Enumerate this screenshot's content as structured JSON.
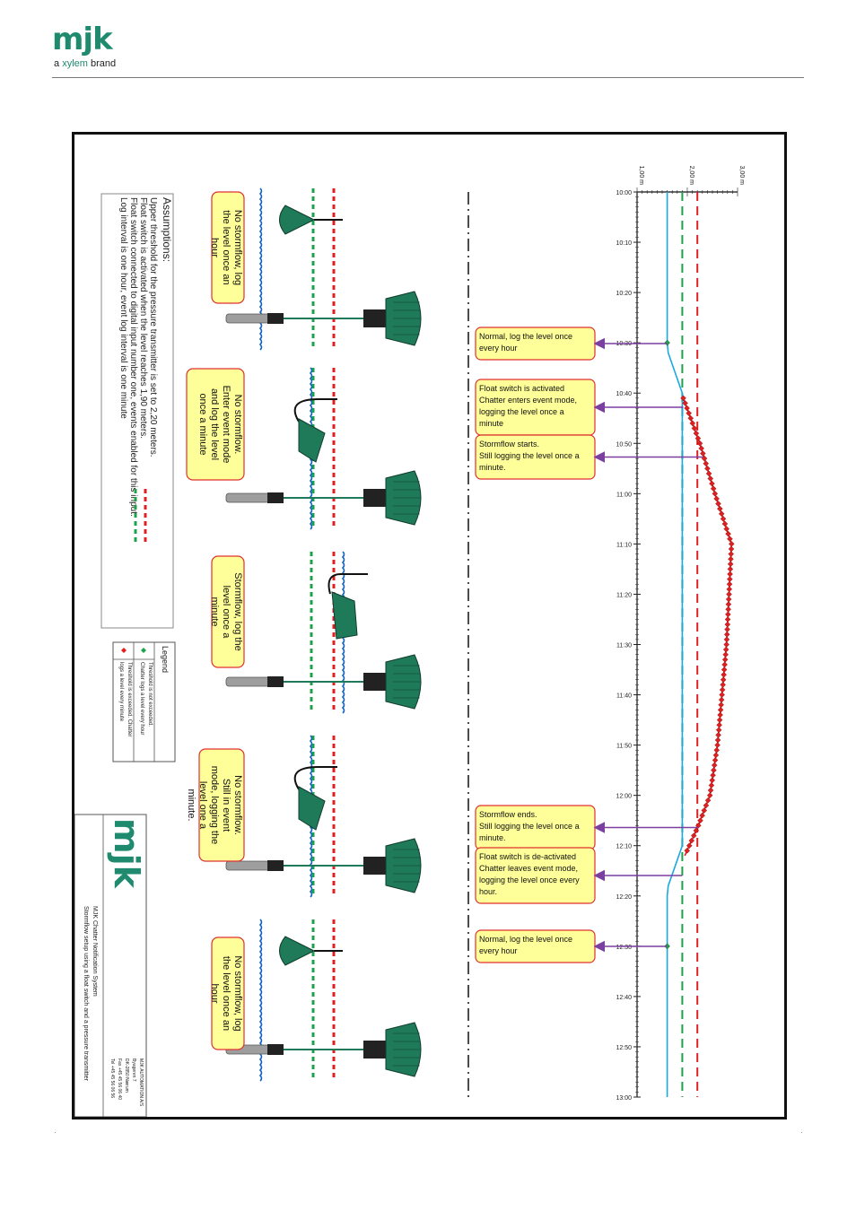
{
  "header": {
    "logo_text": "mjk",
    "tagline_prefix": "a ",
    "tagline_brand": "xylem",
    "tagline_suffix": " brand"
  },
  "colors": {
    "brand_green": "#1f8a6e",
    "threshold_red": "#e02020",
    "float_green": "#1ca34a",
    "level_blue": "#19a9e0",
    "callout_fill": "#ffff99",
    "callout_border": "#e03030",
    "arrow": "#7b3fa0",
    "device_green": "#1f7a5a"
  },
  "assumptions": {
    "title": "Assumptions:",
    "lines": [
      "Upper threshold for the pressure transmitter is set to 2,20 meters.",
      "Float switch is activated when the level reaches 1,90 meters.",
      "Float switch connected to digital input number one, events enabled for this input.",
      "Log interval is one hour, event log interval is one minute"
    ]
  },
  "legend": {
    "title": "Legend",
    "items": [
      "Threshold is not exceeded.",
      "Chatter logs a level every hour",
      "Threshold is exceeded. Chatter",
      "logs a level every minute"
    ]
  },
  "scenes": [
    {
      "caption": "No stormflow, log the level once an hour"
    },
    {
      "caption": "No stormflow. Enter event mode and log the level once a minute"
    },
    {
      "caption": "Stormflow, log the level once a minute"
    },
    {
      "caption": "No stormflow. Still in event mode, logging the level one a minute."
    },
    {
      "caption": "No stormflow, log the level once an hour"
    }
  ],
  "title_block": {
    "logo_text": "mjk",
    "title": "MJK Chatter Notification System",
    "subtitle": "Stormflow setup using a float switch and a pressure transmitter",
    "company_lines": [
      "MJK AUTOMATION A/S",
      "Byageren 7",
      "DK-2850 Nærum",
      "Fax +45 45 56 06 40",
      "Tel +45 45 56 06 56"
    ]
  },
  "chart_data": {
    "type": "line",
    "x_ticks": [
      "10:00",
      "10:10",
      "10:20",
      "10:30",
      "10:40",
      "10:50",
      "11:00",
      "11:10",
      "11:20",
      "11:30",
      "11:40",
      "11:50",
      "12:00",
      "12:10",
      "12:20",
      "12:30",
      "12:40",
      "12:50",
      "13:00"
    ],
    "y_ticks": [
      "1,00 m",
      "2,00 m",
      "3,00 m"
    ],
    "ylim": [
      1.0,
      3.0
    ],
    "threshold_upper": 2.2,
    "float_level": 1.9,
    "series": [
      {
        "style": "hourly",
        "points": [
          [
            "10:00",
            1.6
          ],
          [
            "10:30",
            1.6
          ],
          [
            "10:32",
            1.62
          ],
          [
            "10:40",
            1.9
          ],
          [
            "12:10",
            1.9
          ],
          [
            "12:18",
            1.62
          ],
          [
            "12:20",
            1.6
          ],
          [
            "12:30",
            1.6
          ],
          [
            "13:00",
            1.6
          ]
        ]
      },
      {
        "style": "event",
        "points": [
          [
            "10:41",
            1.92
          ],
          [
            "10:50",
            2.25
          ],
          [
            "11:00",
            2.55
          ],
          [
            "11:10",
            2.88
          ],
          [
            "11:30",
            2.78
          ],
          [
            "11:50",
            2.6
          ],
          [
            "12:00",
            2.45
          ],
          [
            "12:06",
            2.22
          ],
          [
            "12:12",
            1.95
          ]
        ]
      }
    ],
    "hourly_log_points": [
      [
        "10:30",
        1.6
      ],
      [
        "12:30",
        1.6
      ]
    ],
    "callouts": [
      {
        "time": "10:30",
        "lines": [
          "Normal, log the level once",
          "every hour"
        ]
      },
      {
        "time": "10:41",
        "lines": [
          "Float switch is activated",
          "Chatter enters event mode,",
          "logging the level once a",
          "minute"
        ]
      },
      {
        "time": "10:52",
        "lines": [
          "Stormflow starts.",
          "Still logging the level once a",
          "minute."
        ]
      },
      {
        "time": "12:06",
        "lines": [
          "Stormflow ends.",
          "Still logging the level once a",
          "minute."
        ]
      },
      {
        "time": "12:15",
        "lines": [
          "Float switch is de-activated",
          "Chatter leaves event mode,",
          "logging the level once every",
          "hour."
        ]
      },
      {
        "time": "12:30",
        "lines": [
          "Normal, log the level once",
          "every hour"
        ]
      }
    ]
  }
}
